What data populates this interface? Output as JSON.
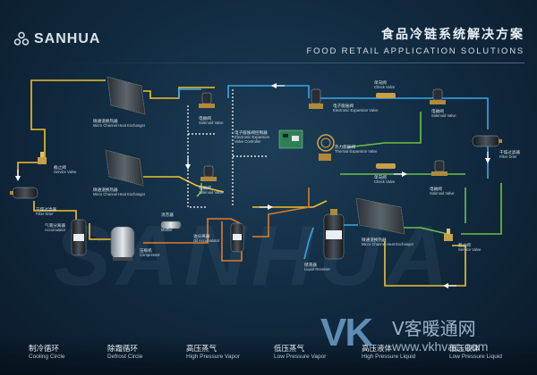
{
  "header": {
    "brand": "SANHUA",
    "title_cn": "食品冷链系统解决方案",
    "title_en": "FOOD RETAIL APPLICATION SOLUTIONS"
  },
  "watermark": "SANHUA",
  "components": {
    "hx_top_left": {
      "cn": "微通道换热器",
      "en": "Micro Channel Heat Exchanger"
    },
    "hx_mid_left": {
      "cn": "微通道换热器",
      "en": "Micro Channel Heat Exchanger"
    },
    "hx_right": {
      "cn": "微通道换热器",
      "en": "Micro Channel Heat Exchanger"
    },
    "service_valve_left": {
      "cn": "截止阀",
      "en": "Service Valve"
    },
    "service_valve_right": {
      "cn": "截止阀",
      "en": "Service Valve"
    },
    "filter_drier_left": {
      "cn": "干燥过滤器",
      "en": "Filter Drier"
    },
    "filter_drier_right": {
      "cn": "干燥过滤器",
      "en": "Filter Drier"
    },
    "accumulator": {
      "cn": "气液分离器",
      "en": "Accumulator"
    },
    "compressor": {
      "cn": "压缩机",
      "en": "Compressor"
    },
    "muffler": {
      "cn": "消音器",
      "en": "Muffler"
    },
    "oil_accumulator": {
      "cn": "油分离器",
      "en": "Oil Accumulator"
    },
    "solenoid_1": {
      "cn": "电磁阀",
      "en": "Solenoid Valve"
    },
    "solenoid_2": {
      "cn": "电磁阀",
      "en": "Solenoid Valve"
    },
    "solenoid_3": {
      "cn": "电磁阀",
      "en": "Solenoid Valve"
    },
    "solenoid_4": {
      "cn": "电磁阀",
      "en": "Solenoid Valve"
    },
    "eev_controller": {
      "cn": "电子膨胀阀控制器",
      "en1": "Electronic Expansion",
      "en2": "Valve Controller"
    },
    "eev": {
      "cn": "电子膨胀阀",
      "en": "Electronic Expansion Valve"
    },
    "check_valve_1": {
      "cn": "单向阀",
      "en": "Check Valve"
    },
    "check_valve_2": {
      "cn": "单向阀",
      "en": "Check Valve"
    },
    "tev": {
      "cn": "热力膨胀阀",
      "en": "Thermal Expansion Valve"
    },
    "liquid_receiver": {
      "cn": "储液器",
      "en": "Liquid Receiver"
    }
  },
  "legend": [
    {
      "cn": "制冷循环",
      "en": "Cooling Circle",
      "color": "#ffffff",
      "style": "arrow"
    },
    {
      "cn": "除霜循环",
      "en": "Defrost Circle",
      "color": "#ffffff",
      "style": "dotted"
    },
    {
      "cn": "高压蒸气",
      "en": "High Pressure Vapor",
      "color": "#e07a2a",
      "style": "solid"
    },
    {
      "cn": "低压蒸气",
      "en": "Low Pressure Vapor",
      "color": "#f2c12e",
      "style": "solid"
    },
    {
      "cn": "高压液体",
      "en": "High Pressure Liquid",
      "color": "#3aa7e8",
      "style": "solid"
    },
    {
      "cn": "低压液体",
      "en": "Low Pressure Liquid",
      "color": "#6cc04a",
      "style": "solid"
    }
  ],
  "colors": {
    "high_pressure_vapor": "#e07a2a",
    "low_pressure_vapor": "#f2c12e",
    "high_pressure_liquid": "#3aa7e8",
    "low_pressure_liquid": "#6cc04a",
    "defrost": "#ffffff"
  },
  "site_mark": {
    "logo": "VK",
    "cn": "V客暖通网",
    "url": "www.vkhvac.com"
  }
}
